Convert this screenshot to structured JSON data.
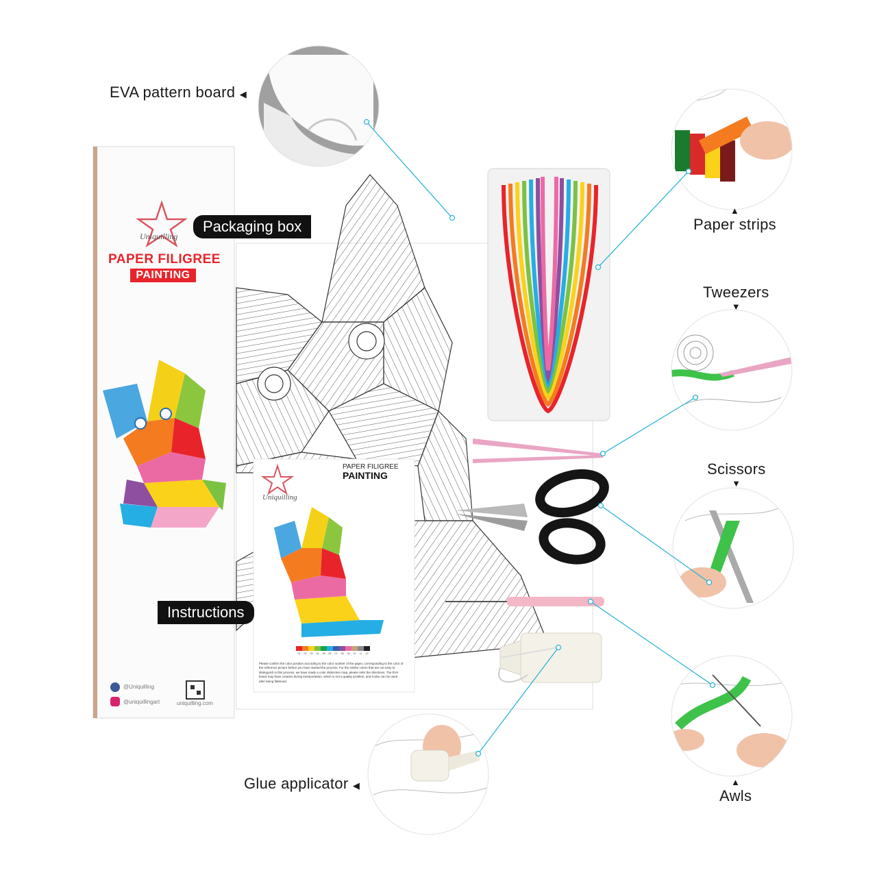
{
  "labels": {
    "eva": "EVA pattern board",
    "packaging": "Packaging box",
    "paper_strips": "Paper strips",
    "tweezers": "Tweezers",
    "scissors": "Scissors",
    "instructions": "Instructions",
    "glue": "Glue applicator",
    "awls": "Awls"
  },
  "box": {
    "brand": "Uniquilling",
    "title_line1": "PAPER FILIGREE",
    "title_line2": "PAINTING",
    "facebook": "@Uniquilling",
    "instagram": "@uniquillingart",
    "website": "uniquilling.com"
  },
  "instruction_sheet": {
    "brand": "Uniquilling",
    "title_line1": "PAPER FILIGREE",
    "title_line2": "PAINTING",
    "color_numbers": [
      "01",
      "02",
      "03",
      "04",
      "05",
      "06",
      "07",
      "08",
      "09",
      "10",
      "11",
      "12"
    ],
    "note": "Please confirm the color position according to the color number of the paper, corresponding to the color of the reference picture before you have started the process. For the similar colors that are not easy to distinguish in this process, we have made a color distinction map, please refer the directions. The EVA board may have creases during transportation, which is not a quality problem, and it also can be used after being flattened."
  },
  "colors": {
    "accent_red": "#e8242a",
    "callout_line": "#2bb3d6",
    "strip_colors": [
      "#e8242a",
      "#f47b20",
      "#fbd21a",
      "#7cc242",
      "#1ba24a",
      "#25aee3",
      "#3a5fb0",
      "#8e4fa0",
      "#ec6aa4",
      "#c7a27a",
      "#8b8b8b",
      "#222222"
    ]
  }
}
